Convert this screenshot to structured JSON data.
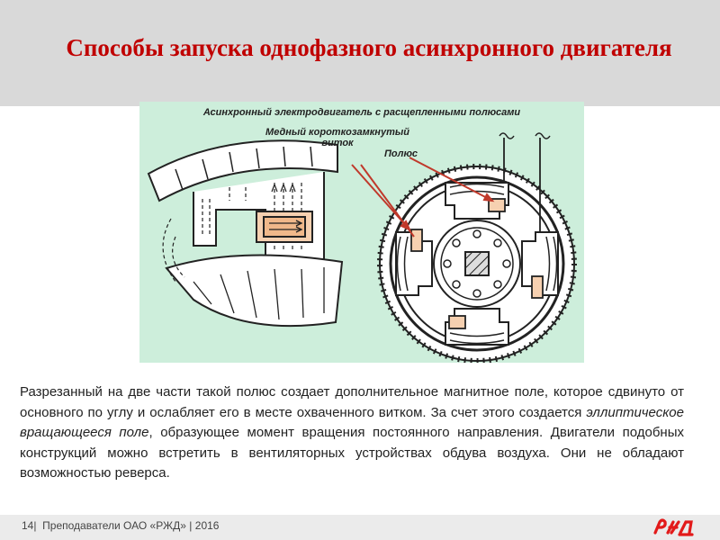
{
  "slide": {
    "title": "Способы запуска однофазного асинхронного двигателя",
    "figure": {
      "caption": "Асинхронный электродвигатель с расщепленными полюсами",
      "label_coil": "Медный короткозамкнутый виток",
      "label_pole": "Полюс"
    },
    "text": {
      "part1": "Разрезанный на две части такой полюс создает дополнительное магнитное поле, которое сдвинуто от основного по углу и ослабляет его в месте охваченного витком. За счет этого создается ",
      "italic": "эллиптическое вращающееся поле",
      "part2": ", образующее момент вращения постоянного направления. Двигатели подобных конструкций можно встретить в вентиляторных устройствах обдува воздуха. Они не обладают возможностью реверса."
    },
    "footer": {
      "page": "14",
      "separator1": "|",
      "org": "Преподаватели ОАО «РЖД»",
      "separator2": "|",
      "year": "2016"
    },
    "logo": {
      "name": "rzd-logo",
      "color": "#e21a1a"
    }
  }
}
